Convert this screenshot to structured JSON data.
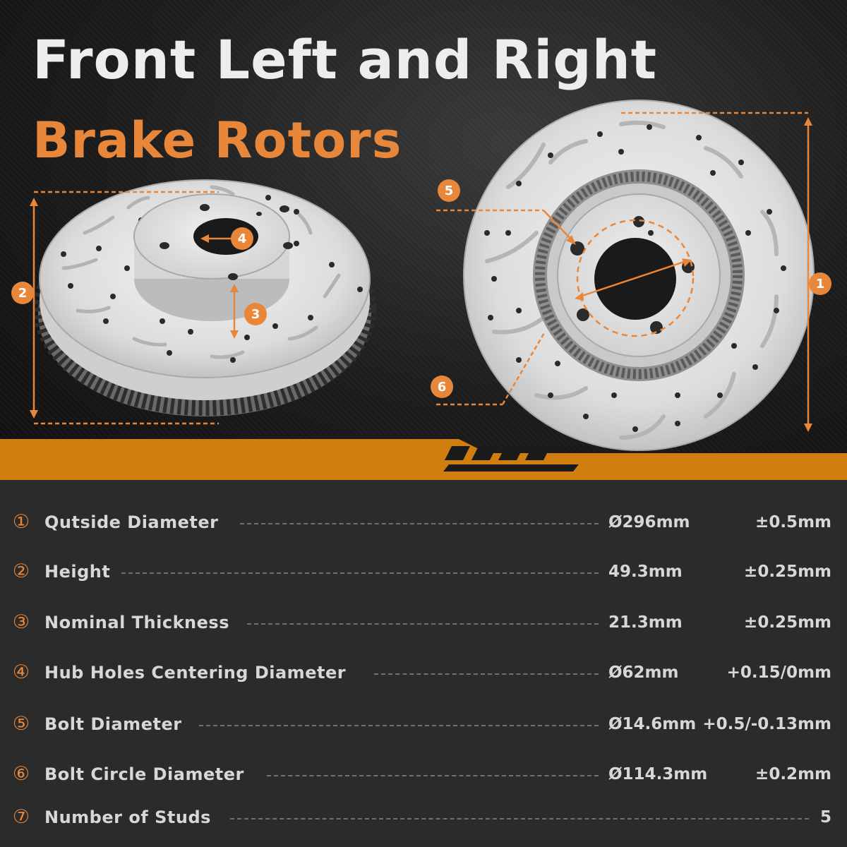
{
  "title": {
    "line1": "Front Left and Right",
    "line2": "Brake Rotors"
  },
  "colors": {
    "accent": "#e8873a",
    "band": "#d07e10",
    "text_light": "#d7d7d7",
    "background": "#2b2b2b"
  },
  "callouts": {
    "c1": "1",
    "c2": "2",
    "c3": "3",
    "c4": "4",
    "c5": "5",
    "c6": "6"
  },
  "specs": [
    {
      "num": "①",
      "label": "Qutside Diameter",
      "value": "Ø296mm",
      "tolerance": "±0.5mm"
    },
    {
      "num": "②",
      "label": "Height",
      "value": "49.3mm",
      "tolerance": "±0.25mm"
    },
    {
      "num": "③",
      "label": "Nominal Thickness",
      "value": "21.3mm",
      "tolerance": "±0.25mm"
    },
    {
      "num": "④",
      "label": "Hub Holes Centering Diameter",
      "value": "Ø62mm",
      "tolerance": "+0.15/0mm"
    },
    {
      "num": "⑤",
      "label": "Bolt Diameter",
      "value": "Ø14.6mm",
      "tolerance": "+0.5/-0.13mm"
    },
    {
      "num": "⑥",
      "label": "Bolt Circle Diameter",
      "value": "Ø114.3mm",
      "tolerance": "±0.2mm"
    },
    {
      "num": "⑦",
      "label": "Number of Studs",
      "value": "",
      "tolerance": "5"
    }
  ]
}
